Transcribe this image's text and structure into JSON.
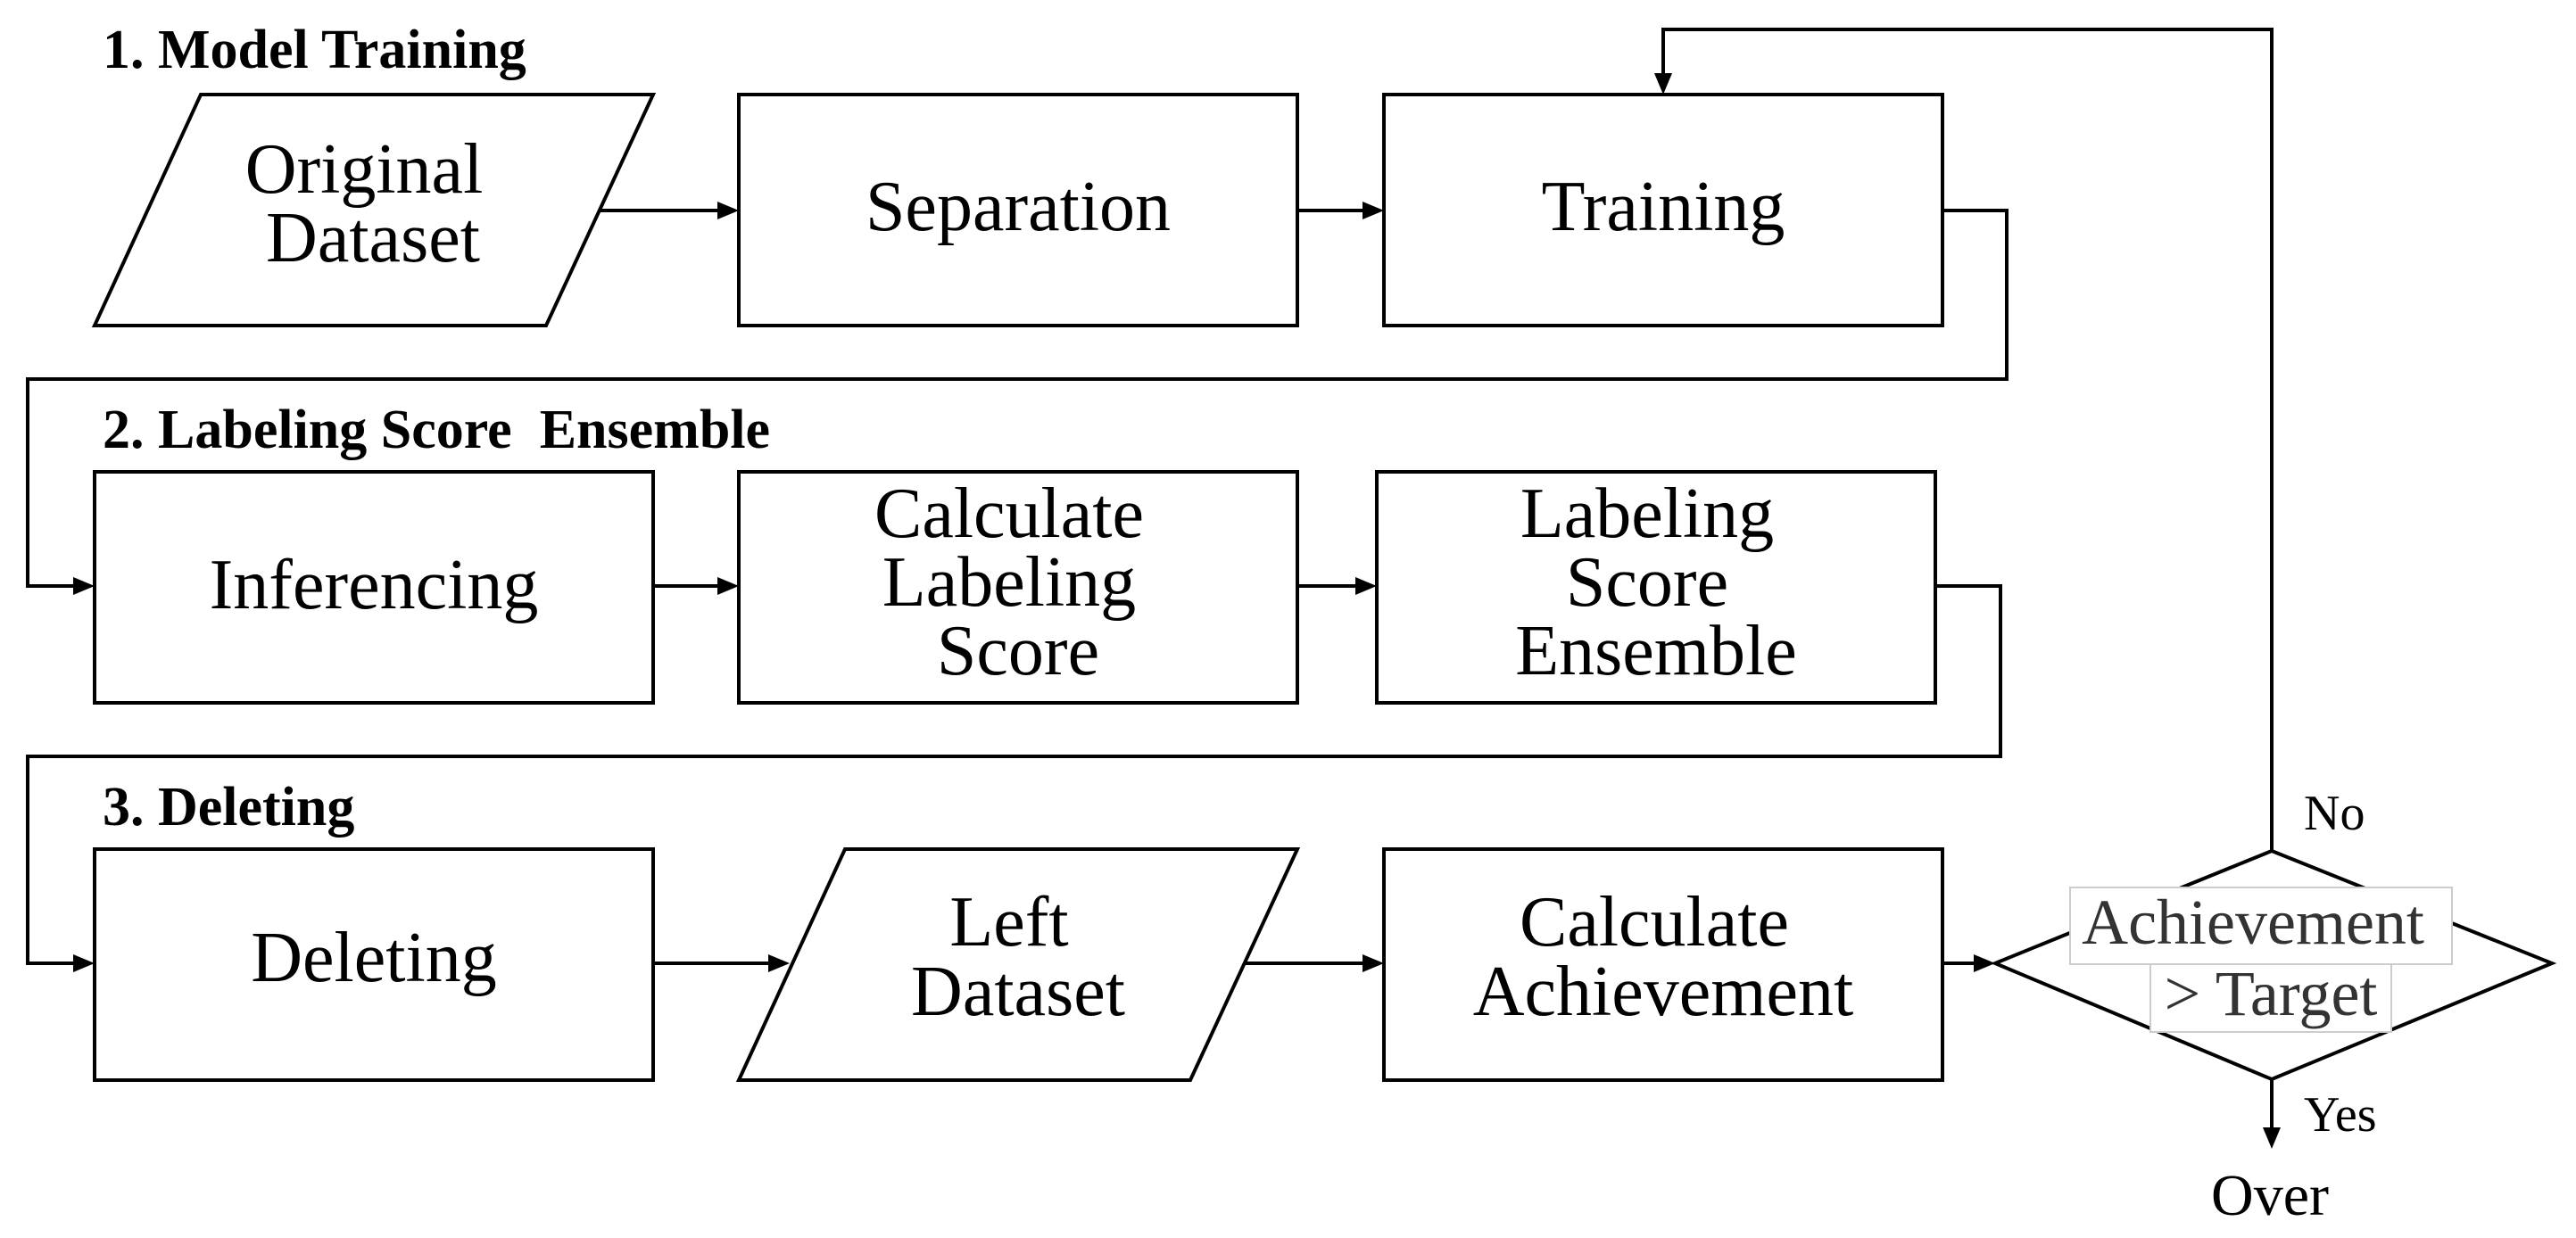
{
  "sections": {
    "model_training": "1. Model Training",
    "labeling_score_ensemble": "2. Labeling Score  Ensemble",
    "deleting": "3. Deleting"
  },
  "nodes": {
    "original_dataset": [
      "Original",
      "Dataset"
    ],
    "separation": [
      "Separation"
    ],
    "training": [
      "Training"
    ],
    "inferencing": [
      "Inferencing"
    ],
    "calculate_labeling_score": [
      "Calculate",
      "Labeling",
      "Score"
    ],
    "labeling_score_ensemble": [
      "Labeling",
      "Score",
      "Ensemble"
    ],
    "deleting": [
      "Deleting"
    ],
    "left_dataset": [
      "Left",
      "Dataset"
    ],
    "calculate_achievement": [
      "Calculate",
      "Achievement"
    ],
    "decision": [
      "Achievement",
      "> Target"
    ]
  },
  "edges": {
    "no_label": "No",
    "yes_label": "Yes"
  },
  "end": "Over"
}
